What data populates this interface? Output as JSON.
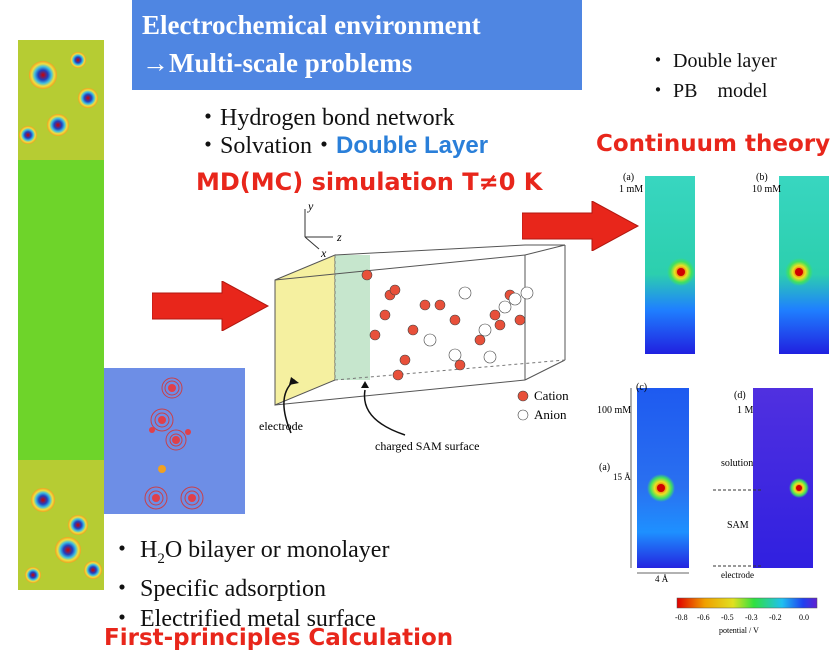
{
  "title": {
    "line1": "Electrochemical environment",
    "line2": "→Multi-scale problems"
  },
  "md_section": {
    "bullet1": "・Hydrogen bond network",
    "bullet2_prefix": "・Solvation・",
    "bullet2_highlight": "Double Layer",
    "heading": "MD(MC) simulation T≠0 K"
  },
  "continuum_section": {
    "bullet1": "・ Double layer",
    "bullet2": "・ PB　model",
    "heading": "Continuum theory"
  },
  "fp_section": {
    "bullet1_pre": "・ H",
    "bullet1_sub": "2",
    "bullet1_post": "O bilayer or monolayer",
    "bullet2": "・ Specific adsorption",
    "bullet3": "・ Electrified metal surface",
    "heading": "First-principles Calculation"
  },
  "md_diagram": {
    "axis_y": "y",
    "axis_z": "z",
    "axis_x": "x",
    "legend_cation": "Cation",
    "legend_anion": "Anion",
    "label_electrode": "electrode",
    "label_sam": "charged SAM surface",
    "cation_color": "#e8503a",
    "anion_color": "#ffffff"
  },
  "pb_panels": {
    "a_label": "(a)",
    "a_conc": "1 mM",
    "b_label": "(b)",
    "b_conc": "10 mM",
    "c_label": "(c)",
    "c_conc": "100 mM",
    "d_label": "(d)",
    "d_conc": "1 M",
    "a2_label": "(a)",
    "scale_label": "15 Å",
    "width_label": "4 Å",
    "solution_label": "solution",
    "sam_label": "SAM",
    "electrode_label": "electrode",
    "colorbar_ticks": [
      "-0.8",
      "-0.6",
      "-0.5",
      "-0.3",
      "-0.2",
      "0.0"
    ],
    "colorbar_title": "potential / V"
  },
  "colors": {
    "title_bg": "#4f86e2",
    "arrow": "#e8261b",
    "heading_red": "#e8261b",
    "highlight_blue": "#2a7fd9"
  }
}
